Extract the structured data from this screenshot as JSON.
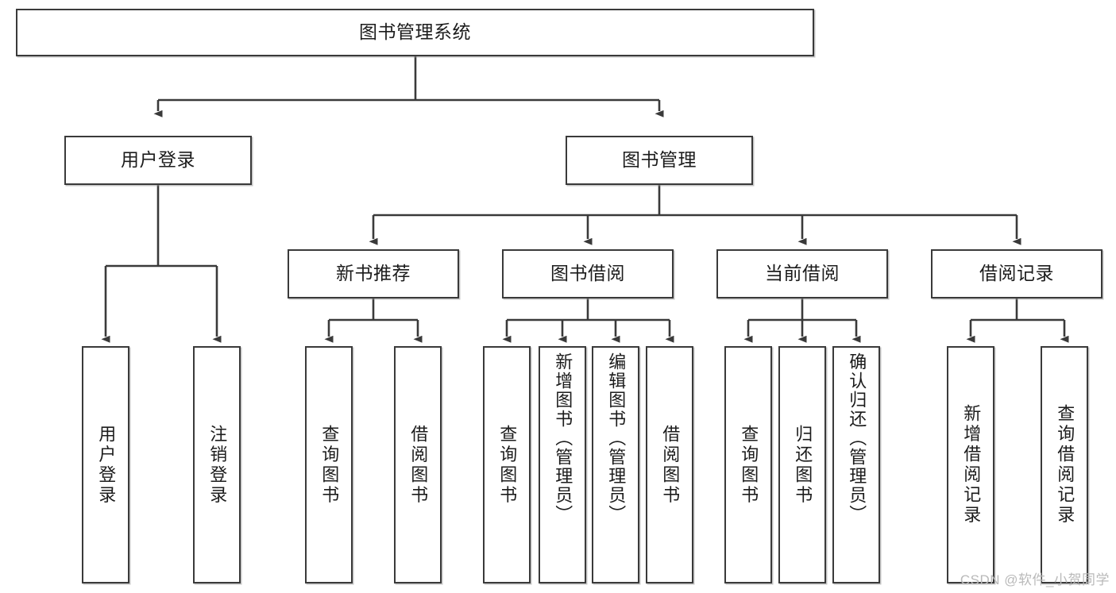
{
  "diagram": {
    "title": "图书管理系统",
    "type": "hierarchy-tree",
    "root": {
      "label": "图书管理系统"
    },
    "level1": [
      {
        "label": "用户登录"
      },
      {
        "label": "图书管理"
      }
    ],
    "level2": [
      {
        "label": "新书推荐"
      },
      {
        "label": "图书借阅"
      },
      {
        "label": "当前借阅"
      },
      {
        "label": "借阅记录"
      }
    ],
    "leaves_user_login": [
      {
        "label": "用户登录"
      },
      {
        "label": "注销登录"
      }
    ],
    "leaves_new_book": [
      {
        "label": "查询图书"
      },
      {
        "label": "借阅图书"
      }
    ],
    "leaves_borrow": [
      {
        "label": "查询图书"
      },
      {
        "label": "新增图书（管理员）"
      },
      {
        "label": "编辑图书（管理员）"
      },
      {
        "label": "借阅图书"
      }
    ],
    "leaves_current": [
      {
        "label": "查询图书"
      },
      {
        "label": "归还图书"
      },
      {
        "label": "确认归还（管理员）"
      }
    ],
    "leaves_record": [
      {
        "label": "新增借阅记录"
      },
      {
        "label": "查询借阅记录"
      }
    ]
  },
  "watermark": "CSDN @软件_小贺同学",
  "colors": {
    "stroke": "#3a3a3a",
    "fill": "#ffffff",
    "text": "#1c1c1c",
    "watermark": "#b9b9b9"
  }
}
